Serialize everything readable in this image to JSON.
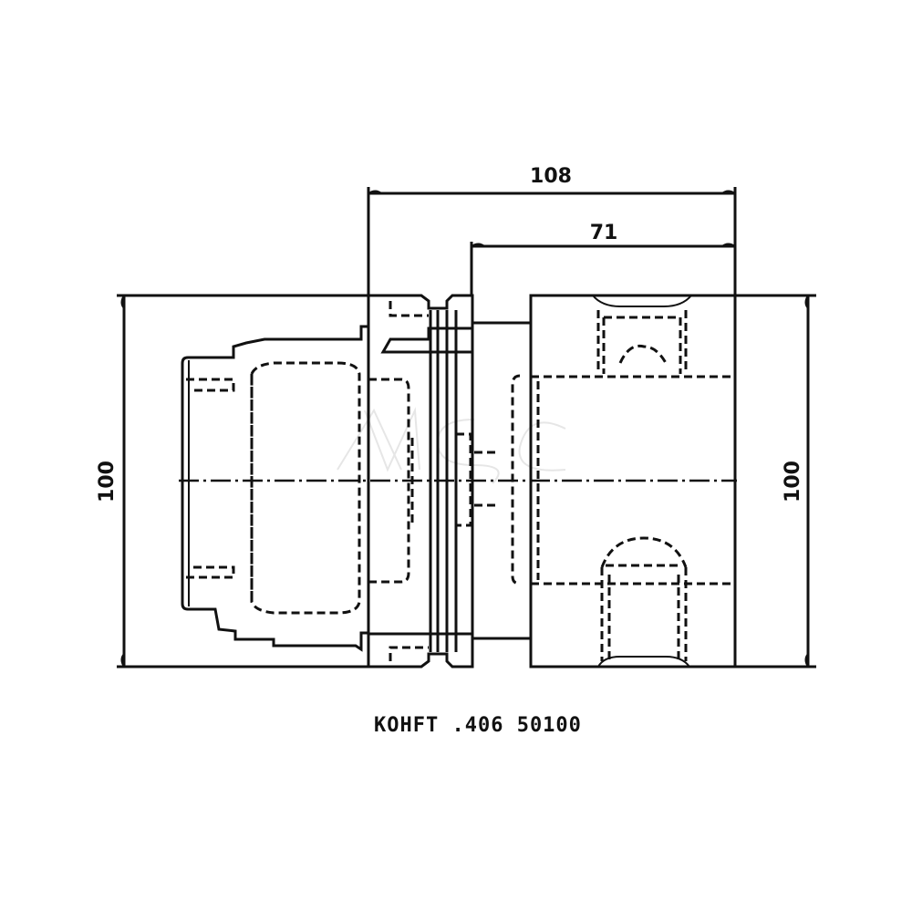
{
  "drawing": {
    "type": "technical-drawing",
    "view": "side elevation (hidden lines dashed)",
    "dimensions": {
      "overall_length": "108",
      "body_length": "71",
      "left_height": "100",
      "right_height": "100"
    },
    "caption": "KOHFT .406 50100",
    "watermark": "MSC",
    "colors": {
      "line": "#111111",
      "background": "#ffffff",
      "watermark": "#e6e6e6"
    }
  }
}
